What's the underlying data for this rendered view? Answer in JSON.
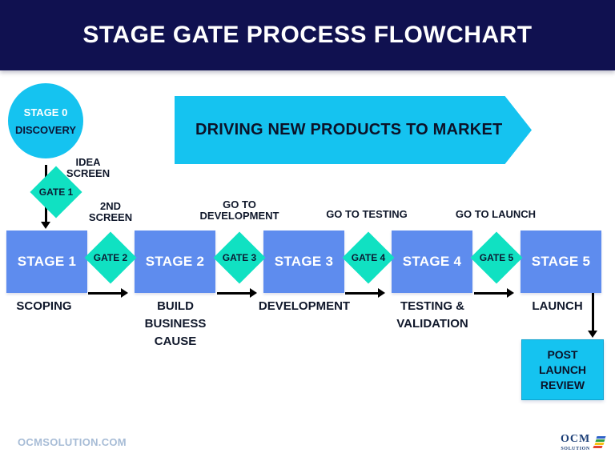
{
  "header": {
    "title": "STAGE GATE PROCESS FLOWCHART"
  },
  "banner": {
    "label": "DRIVING NEW PRODUCTS TO MARKET"
  },
  "discovery": {
    "stage": "STAGE 0",
    "name": "DISCOVERY"
  },
  "stages": [
    {
      "label": "STAGE 1",
      "sublabel": "SCOPING"
    },
    {
      "label": "STAGE 2",
      "sublabel": "BUILD\nBUSINESS\nCAUSE"
    },
    {
      "label": "STAGE 3",
      "sublabel": "DEVELOPMENT"
    },
    {
      "label": "STAGE 4",
      "sublabel": "TESTING &\nVALIDATION"
    },
    {
      "label": "STAGE 5",
      "sublabel": "LAUNCH"
    }
  ],
  "gates": [
    {
      "label": "GATE 1",
      "screen": "IDEA\nSCREEN"
    },
    {
      "label": "GATE 2",
      "screen": "2ND\nSCREEN"
    },
    {
      "label": "GATE 3",
      "screen": "GO TO\nDEVELOPMENT"
    },
    {
      "label": "GATE 4",
      "screen": "GO TO TESTING"
    },
    {
      "label": "GATE 5",
      "screen": "GO TO LAUNCH"
    }
  ],
  "post_launch": {
    "label": "POST LAUNCH\nREVIEW"
  },
  "footer": {
    "website": "OCMSOLUTION.COM",
    "logo_name": "OCM",
    "logo_sub": "SOLUTION"
  },
  "colors": {
    "navy": "#101150",
    "cyan": "#15c3f0",
    "teal": "#10e1c2",
    "stage_blue": "#5e8cee",
    "text_dark": "#10182b",
    "footer_text": "#a7bcd6"
  }
}
